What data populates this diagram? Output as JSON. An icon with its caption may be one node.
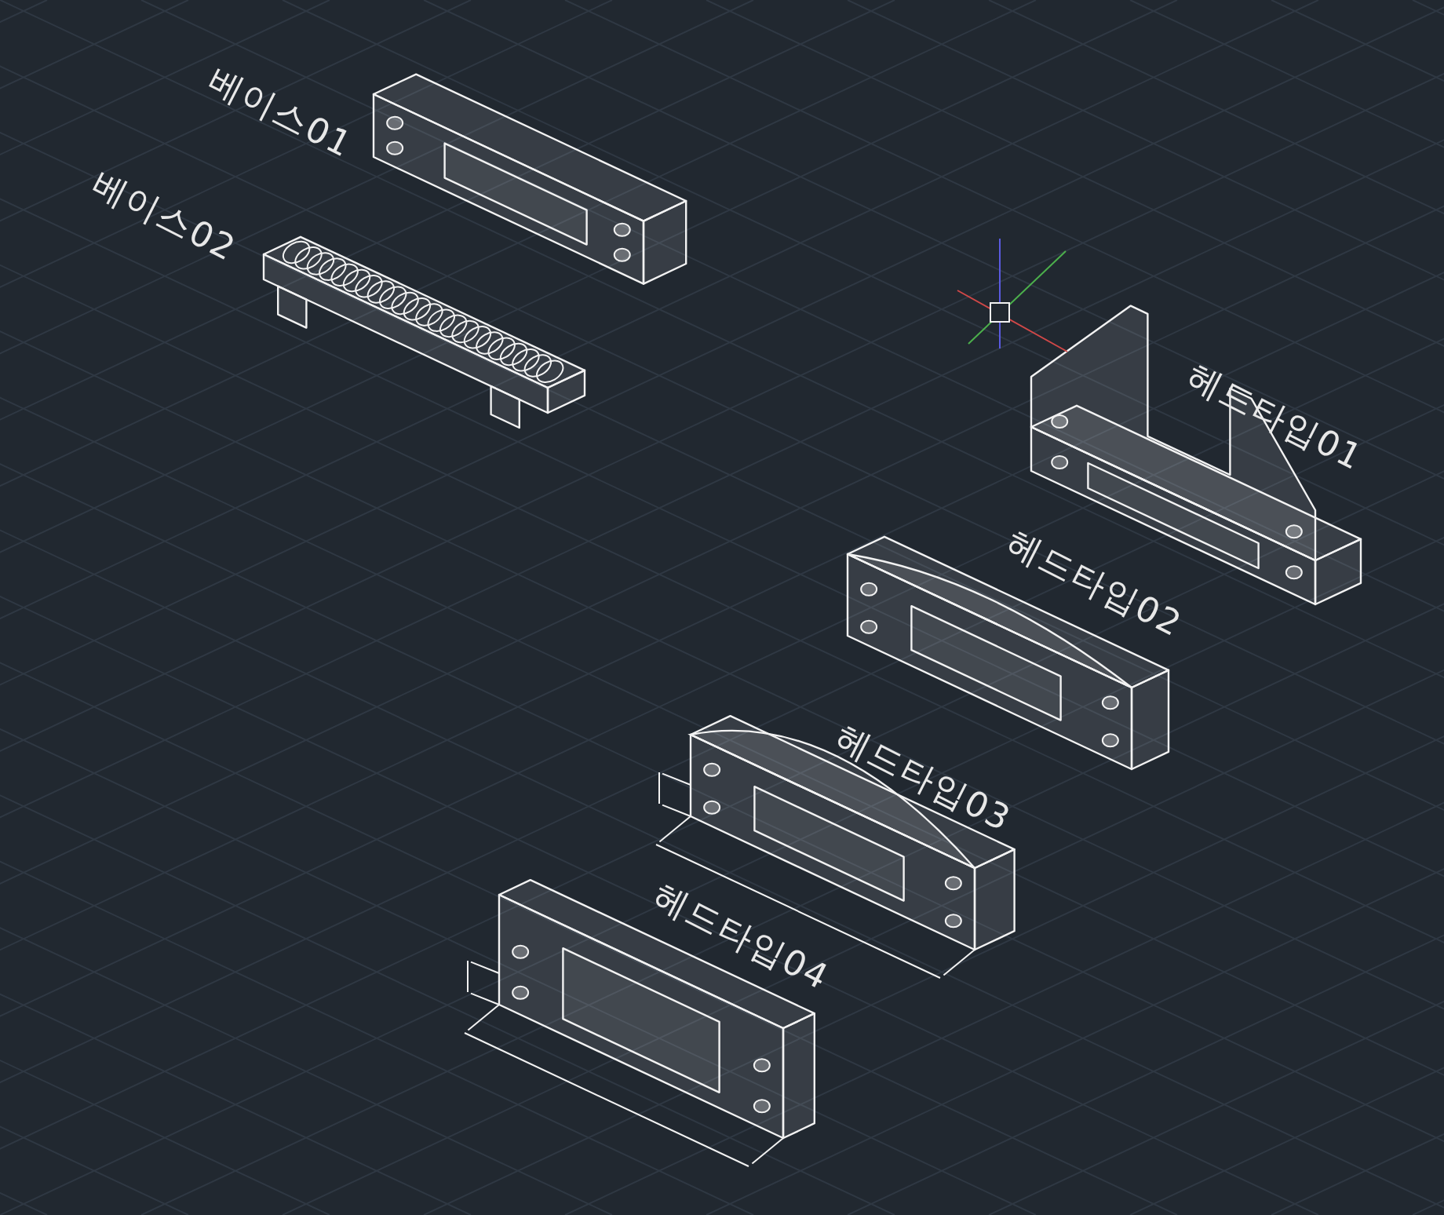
{
  "diagram": {
    "labels": [
      "베이스01",
      "베이스02",
      "헤드타입01",
      "헤드타입02",
      "헤드타입03",
      "헤드타입04"
    ]
  }
}
